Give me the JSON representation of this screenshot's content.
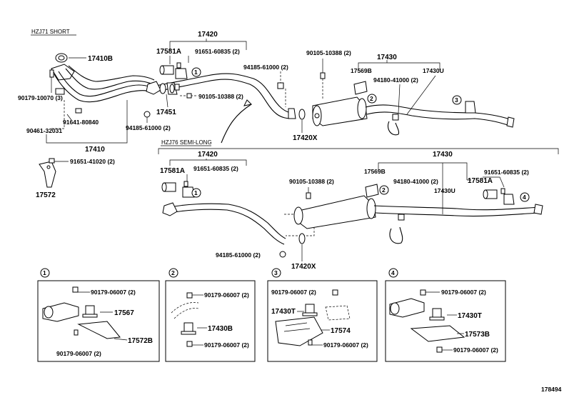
{
  "headers": {
    "short": "HZJ71 SHORT",
    "semi_long": "HZJ76 SEMI-LONG"
  },
  "top": {
    "p17410B": "17410B",
    "p90179_10070": "90179-10070 (3)",
    "p91641_80840": "91641-80840",
    "p90461_32031": "90461-32031",
    "p17410": "17410",
    "p91651_41020": "91651-41020 (2)",
    "p17572": "17572",
    "p17420": "17420",
    "p17581A": "17581A",
    "p91651_60835": "91651-60835 (2)",
    "p90105_10388_a": "90105-10388 (2)",
    "p17451": "17451",
    "p94185_61000_a": "94185-61000 (2)",
    "p90105_10388_b": "90105-10388 (2)",
    "p94185_61000_b": "94185-61000 (2)",
    "p17420X": "17420X",
    "p17430": "17430",
    "p17569B": "17569B",
    "p94180_41000": "94180-41000 (2)",
    "p17430U": "17430U"
  },
  "bottom": {
    "p17420": "17420",
    "p17581A": "17581A",
    "p91651_60835": "91651-60835 (2)",
    "p90105_10388": "90105-10388 (2)",
    "p17569B": "17569B",
    "p94180_41000": "94180-41000 (2)",
    "p17430U": "17430U",
    "p17430": "17430",
    "p17581A_r": "17581A",
    "p91651_60835_r": "91651-60835 (2)",
    "p94185_61000": "94185-61000 (2)",
    "p17420X": "17420X"
  },
  "callouts": [
    "1",
    "2",
    "3",
    "4"
  ],
  "details": {
    "d1": {
      "num": "1",
      "top": "90179-06007 (2)",
      "mid": "17567",
      "bottom": "90179-06007 (2)",
      "side": "17572B"
    },
    "d2": {
      "num": "2",
      "top": "90179-06007 (2)",
      "mid": "17430B",
      "bottom": "90179-06007 (2)"
    },
    "d3": {
      "num": "3",
      "top": "90179-06007 (2)",
      "mid": "17430T",
      "mid2": "17574",
      "bottom": "90179-06007 (2)"
    },
    "d4": {
      "num": "4",
      "top": "90179-06007 (2)",
      "mid": "17430T",
      "mid2": "17573B",
      "bottom": "90179-06007 (2)"
    }
  },
  "diagram_id": "178494"
}
